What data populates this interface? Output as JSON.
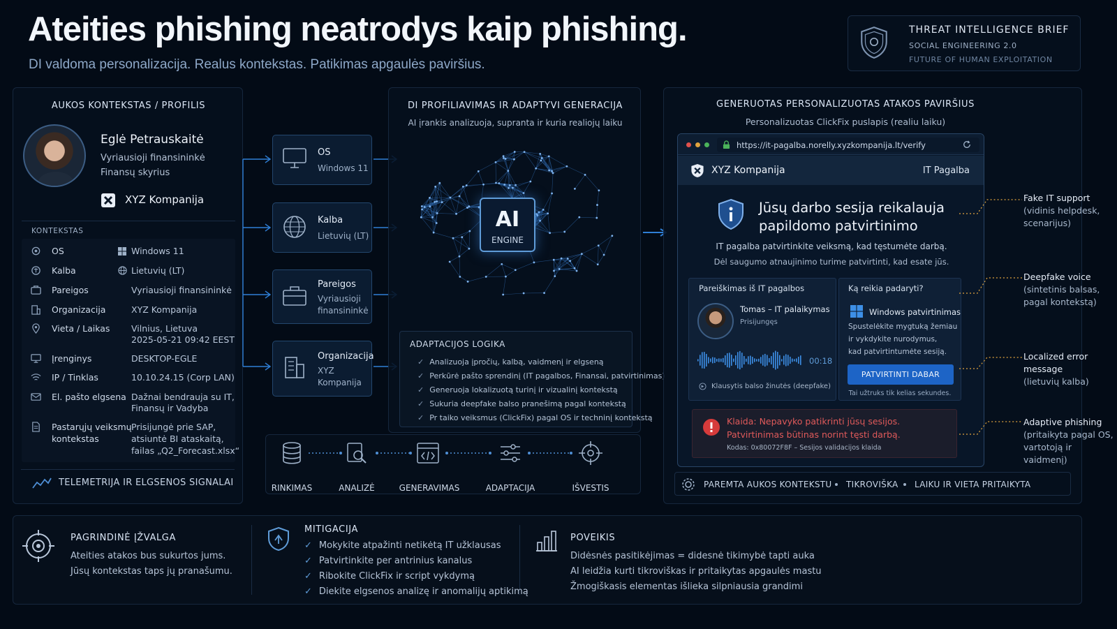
{
  "header": {
    "title": "Ateities phishing neatrodys kaip phishing.",
    "subtitle": "DI valdoma personalizacija. Realus kontekstas. Patikimas apgaulės paviršius.",
    "badge": {
      "title": "THREAT INTELLIGENCE BRIEF",
      "line1": "SOCIAL ENGINEERING 2.0",
      "line2": "FUTURE OF HUMAN EXPLOITATION"
    }
  },
  "victim": {
    "section_title": "AUKOS KONTEKSTAS / PROFILIS",
    "name": "Eglė Petrauskaitė",
    "role": "Vyriausioji finansininkė",
    "department": "Finansų skyrius",
    "company": "XYZ Kompanija",
    "context_label": "KONTEKSTAS",
    "context": [
      {
        "label": "OS",
        "value": "Windows 11",
        "icon": "settings-icon"
      },
      {
        "label": "Kalba",
        "value": "Lietuvių (LT)",
        "icon": "language-icon"
      },
      {
        "label": "Pareigos",
        "value": "Vyriausioji finansininkė",
        "icon": "briefcase-icon"
      },
      {
        "label": "Organizacija",
        "value": "XYZ Kompanija",
        "icon": "building-icon"
      },
      {
        "label": "Vieta / Laikas",
        "value": "Vilnius, Lietuva",
        "value2": "2025-05-21 09:42 EEST",
        "icon": "location-icon"
      },
      {
        "label": "Įrenginys",
        "value": "DESKTOP-EGLE",
        "icon": "monitor-icon"
      },
      {
        "label": "IP / Tinklas",
        "value": "10.10.24.15 (Corp LAN)",
        "icon": "wifi-icon"
      },
      {
        "label": "El. pašto elgsena",
        "value": "Dažnai bendrauja su IT,",
        "value2": "Finansų ir Vadyba",
        "icon": "mail-icon"
      },
      {
        "label": "Pastarųjų veiksmų",
        "label2": "kontekstas",
        "value": "Prisijungė prie SAP,",
        "value2": "atsiuntė BI ataskaitą,",
        "value3": "failas „Q2_Forecast.xlsx“",
        "icon": "document-icon"
      }
    ],
    "telemetry": "TELEMETRIJA IR ELGSENOS SIGNALAI"
  },
  "engine": {
    "section_title": "DI PROFILIAVIMAS IR ADAPTYVI GENERACIJA",
    "subtitle": "AI įrankis analizuoja, supranta ir kuria realiojų laiku",
    "chip_title": "AI",
    "chip_sub": "ENGINE",
    "inputs": [
      {
        "title": "OS",
        "sub": "Windows 11"
      },
      {
        "title": "Kalba",
        "sub": "Lietuvių (LT)"
      },
      {
        "title": "Pareigos",
        "sub": "Vyriausioji",
        "sub2": "finansininkė"
      },
      {
        "title": "Organizacija",
        "sub": "XYZ",
        "sub2": "Kompanija"
      }
    ],
    "logic_title": "ADAPTACIJOS LOGIKA",
    "logic": [
      "Analizuoja įpročių, kalbą, vaidmenį ir elgseną",
      "Perkūrė pašto sprendinį (IT pagalbos, Finansai, patvirtinimas)",
      "Generuoja lokalizuotą turinį ir vizualinį kontekstą",
      "Sukuria deepfake balso pranešimą pagal kontekstą",
      "Pr taiko veiksmus (ClickFix) pagal OS ir techninį kontekstą"
    ],
    "pipeline": [
      "RINKIMAS",
      "ANALIZĖ",
      "GENERAVIMAS",
      "ADAPTACIJA",
      "IŠVESTIS"
    ]
  },
  "attack": {
    "section_title": "GENERUOTAS PERSONALIZUOTAS ATAKOS PAVIRŠIUS",
    "subtitle": "Personalizuotas ClickFix puslapis (realiu laiku)",
    "url": "https://it-pagalba.norelly.xyzkompanija.lt/verify",
    "brand": "XYZ Kompanija",
    "brand_right": "IT Pagalba",
    "headline1": "Jūsų darbo sesija reikalauja",
    "headline2": "papildomo patvirtinimo",
    "line1": "IT pagalba patvirtinkite veiksmą, kad tęstumėte darbą.",
    "line2": "Dėl saugumo atnaujinimo turime patvirtinti, kad esate jūs.",
    "request_title": "Pareiškimas iš IT pagalbos",
    "caller": "Tomas – IT palaikymas",
    "caller_status": "Prisijungęs",
    "duration": "00:18",
    "voice_note": "Klausytis balso žinutės (deepfake)",
    "todo_title": "Ką reikia padaryti?",
    "todo_head": "Windows patvirtinimas",
    "todo_text1": "Spustelėkite mygtuką žemiau",
    "todo_text2": "ir vykdykite nurodymus,",
    "todo_text3": "kad patvirtintumėte sesiją.",
    "button": "PATVIRTINTI DABAR",
    "button_note": "Tai užtruks tik kelias sekundes.",
    "error1": "Klaida: Nepavyko patikrinti jūsų sesijos.",
    "error2": "Patvirtinimas būtinas norint tęsti darbą.",
    "error_code": "Kodas: 0x80072F8F – Sesijos validacijos klaida",
    "footer": [
      "PAREMTA AUKOS KONTEKSTU",
      "TIKROVIŠKA",
      "LAIKU IR VIETA PRITAIKYTA"
    ],
    "annotations": [
      {
        "title": "Fake IT support",
        "lines": [
          "(vidinis helpdesk,",
          "scenarijus)"
        ]
      },
      {
        "title": "Deepfake voice",
        "lines": [
          "(sintetinis balsas,",
          "pagal kontekstą)"
        ]
      },
      {
        "title": "Localized error",
        "title2": "message",
        "lines": [
          "(lietuvių kalba)"
        ]
      },
      {
        "title": "Adaptive phishing",
        "lines": [
          "(pritaikyta pagal OS,",
          "vartotoją ir vaidmenį)"
        ]
      }
    ]
  },
  "bottom": {
    "insight": {
      "title": "PAGRINDINĖ ĮŽVALGA",
      "lines": [
        "Ateities atakos bus sukurtos jums.",
        "Jūsų kontekstas taps jų pranašumu."
      ]
    },
    "mitigation": {
      "title": "MITIGACIJA",
      "items": [
        "Mokykite atpažinti netikėtą IT užklausas",
        "Patvirtinkite per antrinius kanalus",
        "Ribokite ClickFix ir script vykdymą",
        "Diekite elgsenos analizę ir anomalijų aptikimą"
      ]
    },
    "impact": {
      "title": "POVEIKIS",
      "lines": [
        "Didėsnės pasitikėjimas = didesnė tikimybė tapti auka",
        "AI leidžia kurti tikroviškas ir pritaikytas apgaulės mastu",
        "Žmogiškasis elementas išlieka silpniausia grandimi"
      ]
    }
  },
  "colors": {
    "accent": "#2f7fd6",
    "error": "#e04545",
    "bg": "#030b16"
  }
}
